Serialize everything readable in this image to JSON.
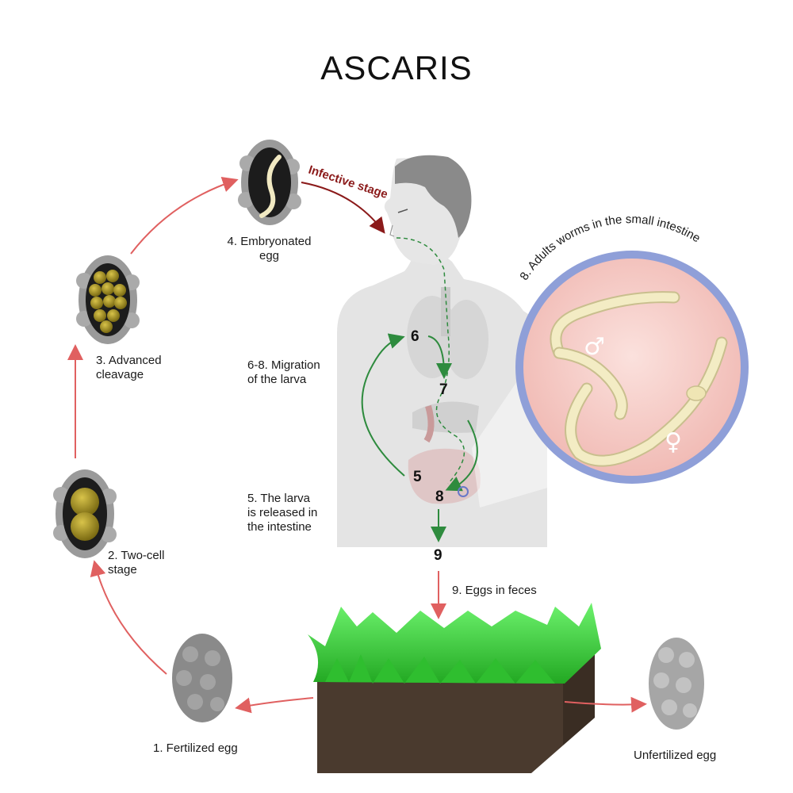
{
  "title": "ASCARIS",
  "labels": {
    "infective": "Infective stage",
    "adults": "8. Adults worms in the small intestine",
    "migration": "6-8. Migration\nof the larva",
    "released": "5. The larva\nis released in\nthe intestine",
    "eggs_feces": "9. Eggs in feces",
    "embryonated": "4. Embryonated\negg",
    "advanced": "3. Advanced\ncleavage",
    "two_cell": "2. Two-cell\nstage",
    "fertilized": "1. Fertilized egg",
    "unfertilized": "Unfertilized egg"
  },
  "numbers": {
    "n5": "5",
    "n6": "6",
    "n7": "7",
    "n8": "8",
    "n9": "9"
  },
  "symbols": {
    "male": "♂",
    "female": "♀"
  },
  "colors": {
    "cycle_arrow": "#e06060",
    "migration_arrow": "#2e8b3e",
    "infective_text": "#8b1a1a",
    "circle_ring": "#8f9fd8",
    "circle_fill": "#f6cfcb",
    "worm": "#f3ecc4",
    "grass": "#3ecf3e",
    "soil": "#4a3a2e",
    "egg_shell": "#8f8f8f",
    "body": "#e4e4e4",
    "hair": "#8a8a8a"
  }
}
